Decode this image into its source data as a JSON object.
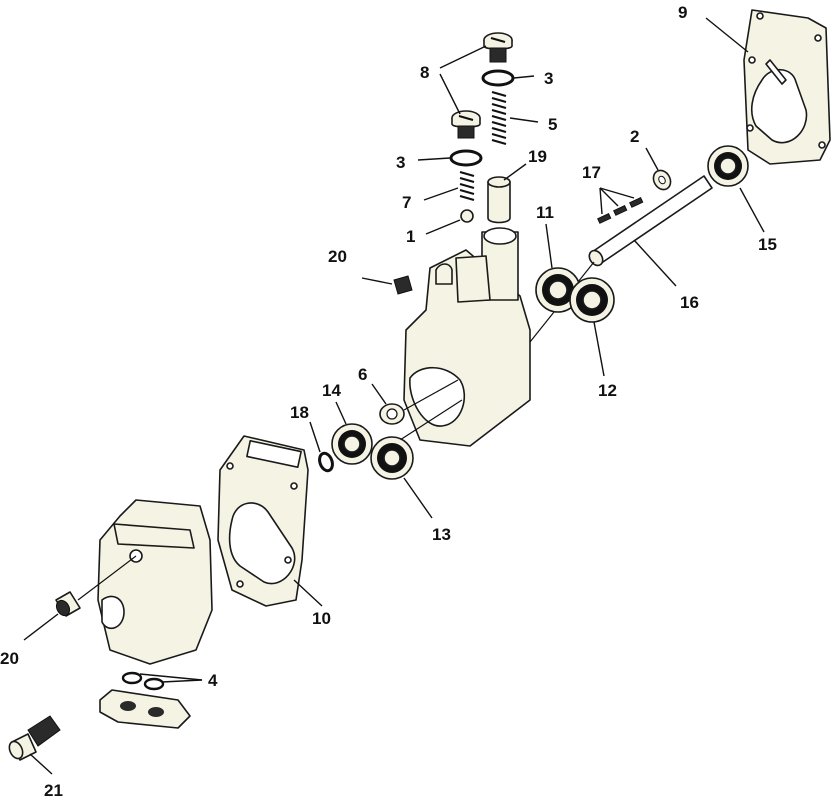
{
  "callouts": [
    {
      "id": "c1",
      "label": "1"
    },
    {
      "id": "c2",
      "label": "2"
    },
    {
      "id": "c3a",
      "label": "3"
    },
    {
      "id": "c3b",
      "label": "3"
    },
    {
      "id": "c4",
      "label": "4"
    },
    {
      "id": "c5",
      "label": "5"
    },
    {
      "id": "c6",
      "label": "6"
    },
    {
      "id": "c7",
      "label": "7"
    },
    {
      "id": "c8",
      "label": "8"
    },
    {
      "id": "c9",
      "label": "9"
    },
    {
      "id": "c10",
      "label": "10"
    },
    {
      "id": "c11",
      "label": "11"
    },
    {
      "id": "c12",
      "label": "12"
    },
    {
      "id": "c13",
      "label": "13"
    },
    {
      "id": "c14",
      "label": "14"
    },
    {
      "id": "c15",
      "label": "15"
    },
    {
      "id": "c16",
      "label": "16"
    },
    {
      "id": "c17",
      "label": "17"
    },
    {
      "id": "c18",
      "label": "18"
    },
    {
      "id": "c19",
      "label": "19"
    },
    {
      "id": "c20a",
      "label": "20"
    },
    {
      "id": "c20b",
      "label": "20"
    },
    {
      "id": "c21",
      "label": "21"
    }
  ],
  "colors": {
    "part_fill": "#f5f3e3",
    "line": "#1a1a1a",
    "background": "#ffffff"
  }
}
